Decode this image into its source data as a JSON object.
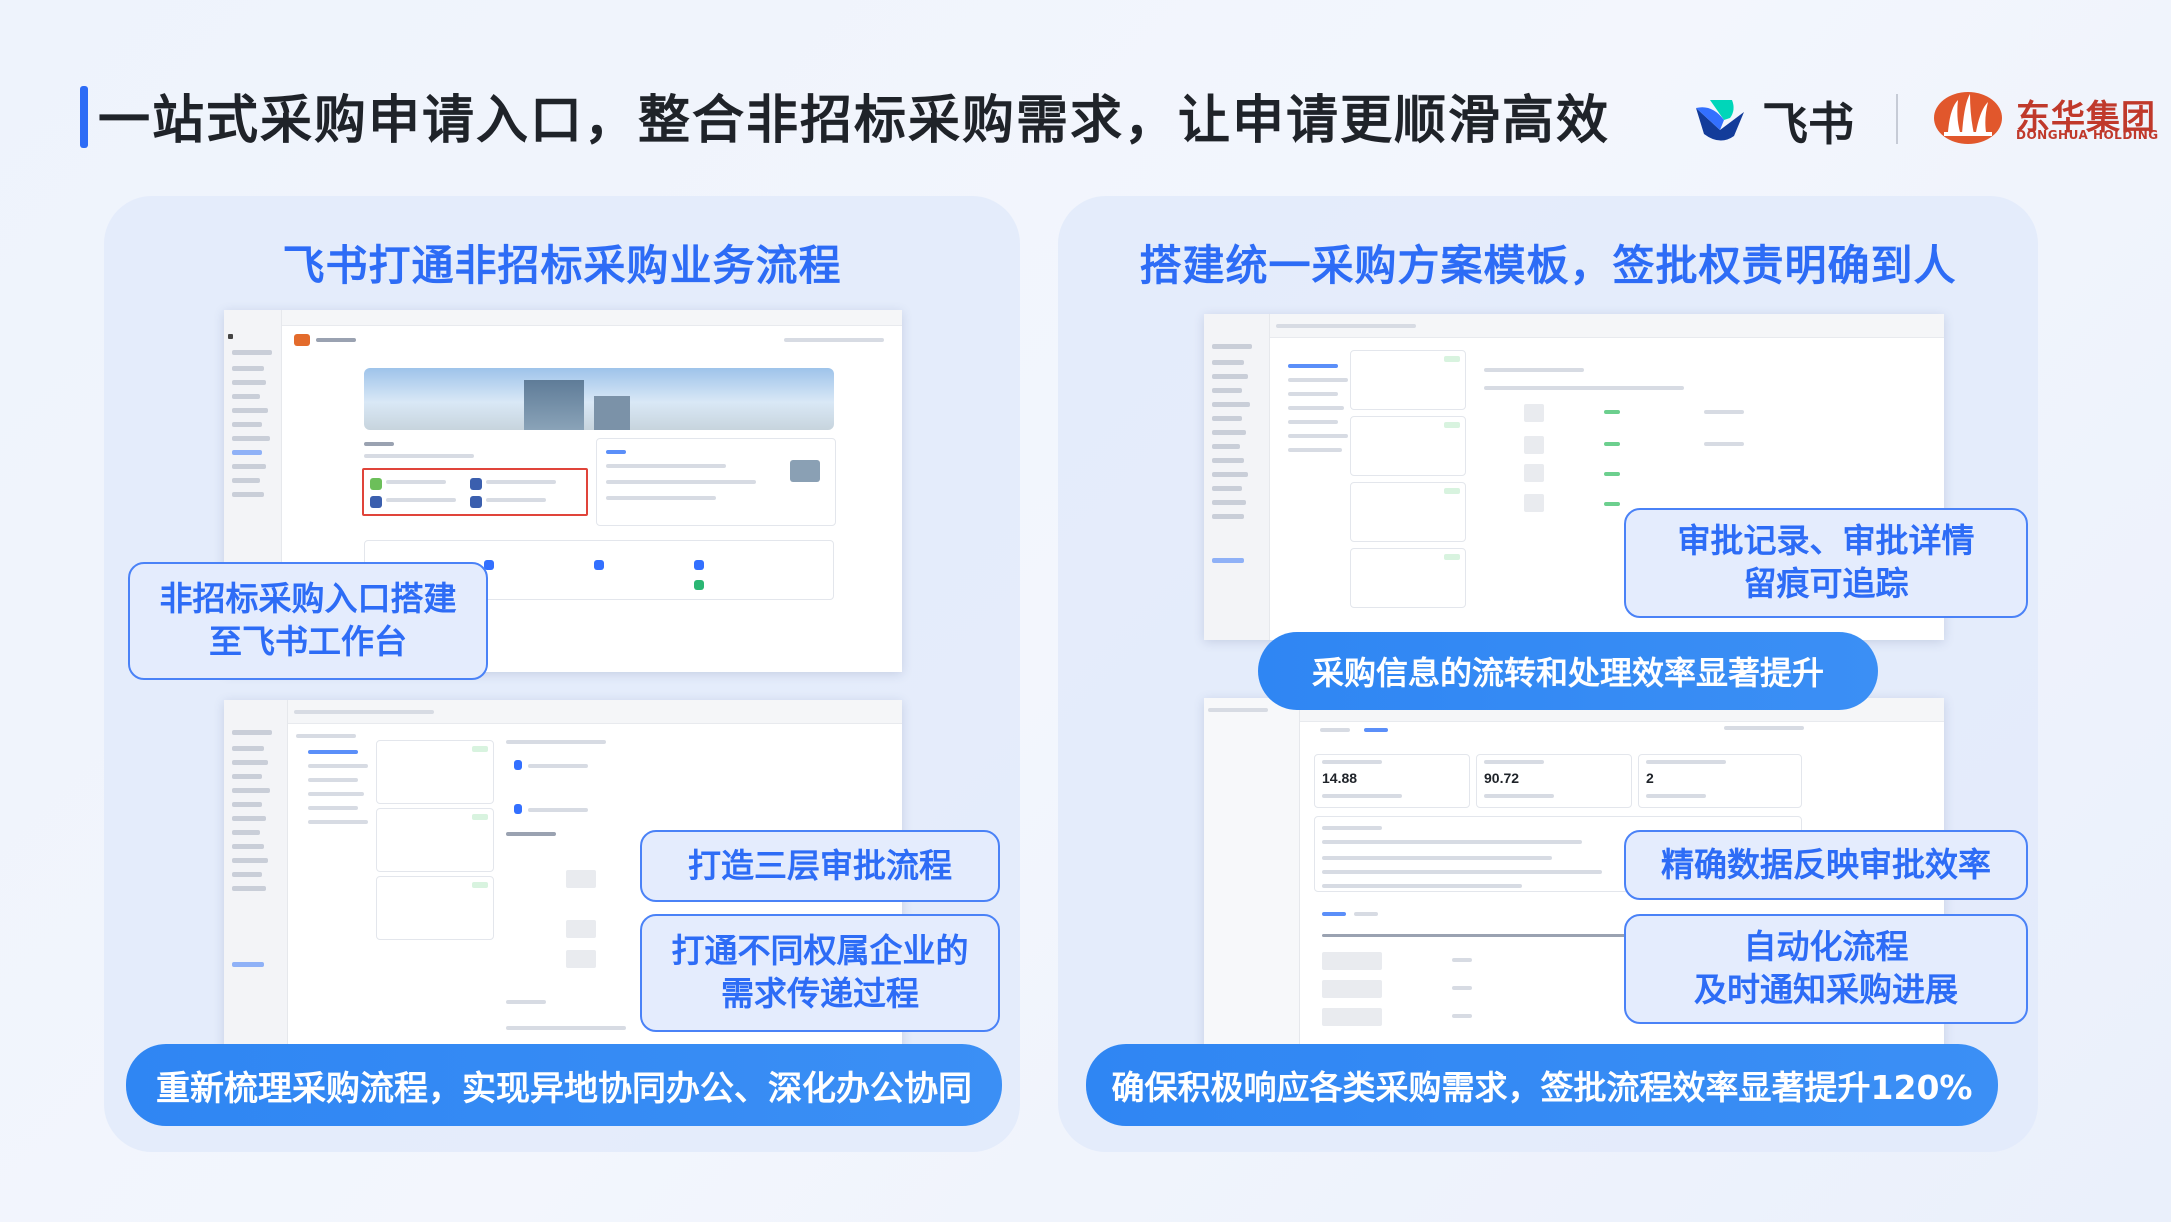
{
  "header": {
    "title": "一站式采购申请入口，整合非招标采购需求，让申请更顺滑高效",
    "logo_feishu_text": "飞书",
    "logo_donghua_cn": "东华集团",
    "logo_donghua_en": "DONGHUA HOLDING"
  },
  "left_panel": {
    "title": "飞书打通非招标采购业务流程",
    "callouts": [
      {
        "line1": "非招标采购入口搭建",
        "line2": "至飞书工作台"
      },
      {
        "line1": "打造三层审批流程"
      },
      {
        "line1": "打通不同权属企业的",
        "line2": "需求传递过程"
      }
    ],
    "bottom_pill": "重新梳理采购流程，实现异地协同办公、深化办公协同"
  },
  "right_panel": {
    "title": "搭建统一采购方案模板，签批权责明确到人",
    "callouts": [
      {
        "line1": "审批记录、审批详情",
        "line2": "留痕可追踪"
      },
      {
        "line1": "精确数据反映审批效率"
      },
      {
        "line1": "自动化流程",
        "line2": "及时通知采购进展"
      }
    ],
    "mid_pill": "采购信息的流转和处理效率显著提升",
    "bottom_pill": "确保积极响应各类采购需求，签批流程效率显著提升120%",
    "stats": [
      "14.88",
      "90.72",
      "2"
    ]
  },
  "colors": {
    "accent": "#2d6cf6",
    "pill": "#2f86f3",
    "brand_red": "#c0392b"
  }
}
